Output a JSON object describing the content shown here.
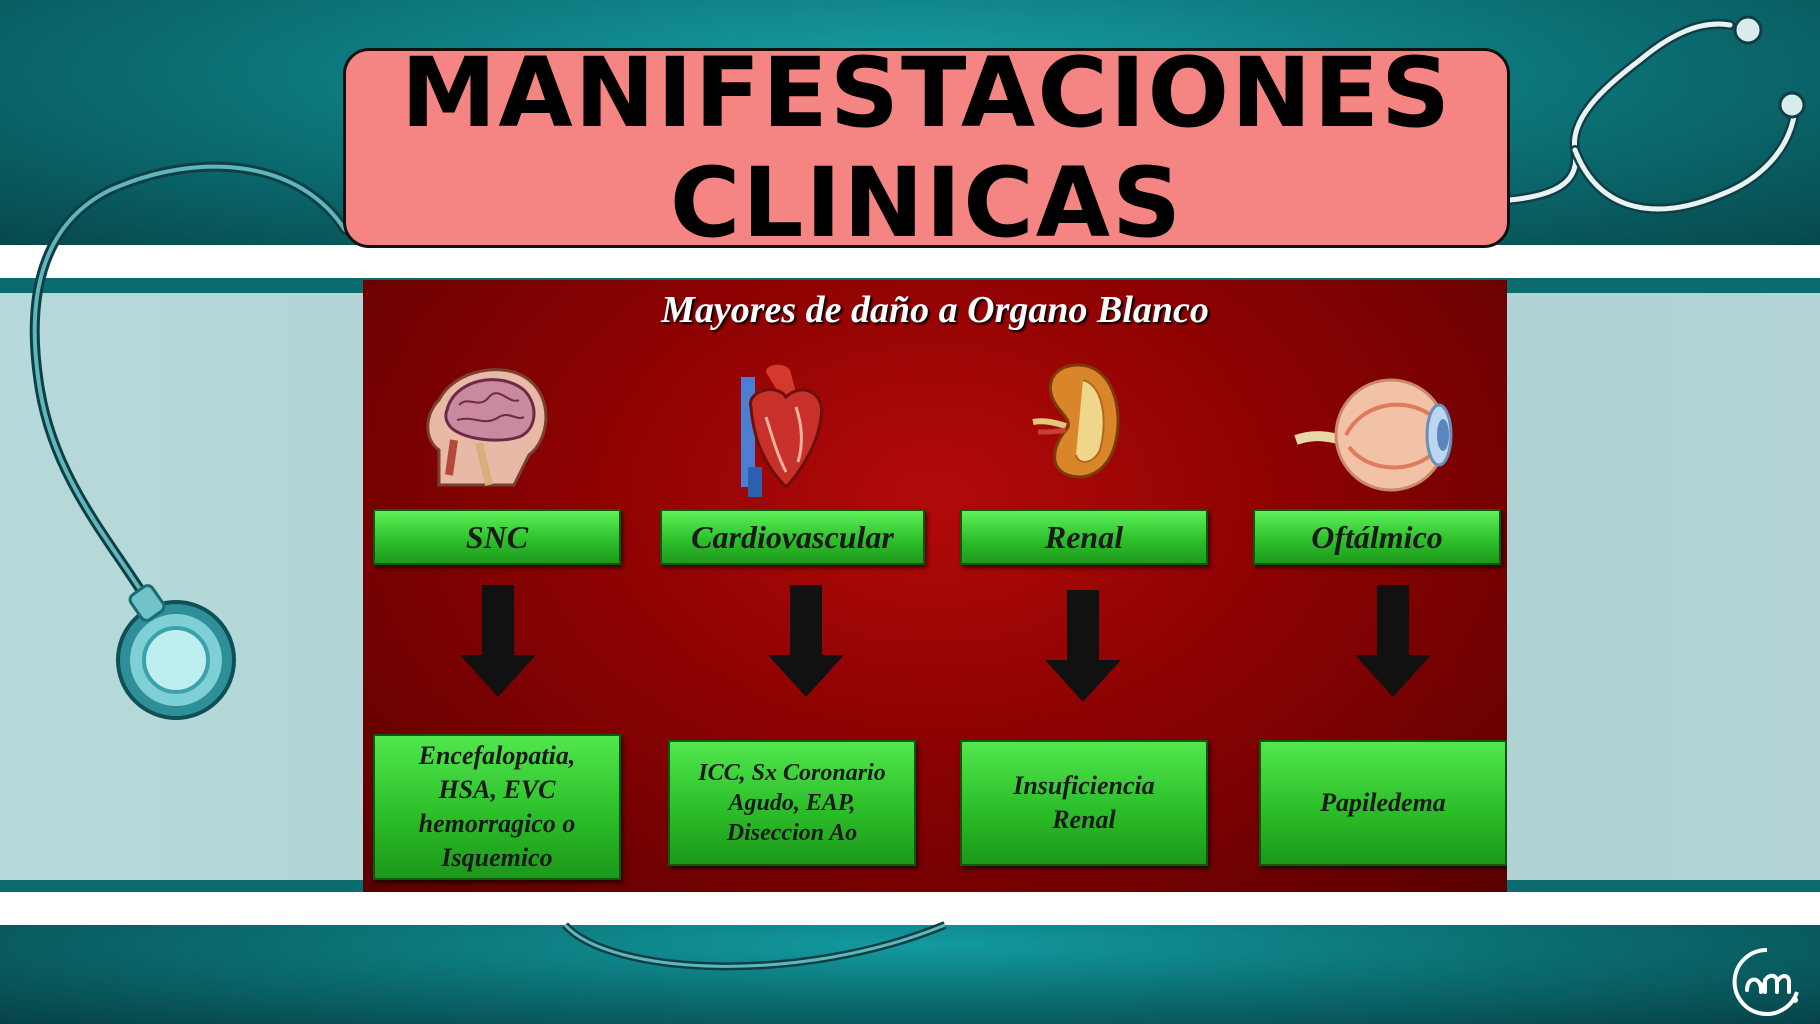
{
  "title": {
    "line1": "MANIFESTACIONES",
    "line2": "CLINICAS"
  },
  "slide": {
    "heading": "Mayores de daño a Organo Blanco",
    "columns": [
      {
        "icon": "brain-head-icon",
        "category": "SNC",
        "result": "Encefalopatia,\nHSA, EVC\nhemorragico o\nIsquemico"
      },
      {
        "icon": "heart-icon",
        "category": "Cardiovascular",
        "result": "ICC, Sx Coronario\nAgudo, EAP,\nDiseccion Ao"
      },
      {
        "icon": "kidney-icon",
        "category": "Renal",
        "result": "Insuficiencia\nRenal"
      },
      {
        "icon": "eye-icon",
        "category": "Oftálmico",
        "result": "Papiledema"
      }
    ]
  },
  "decor": {
    "left_icon": "stethoscope-icon",
    "logo_icon": "am-logo-icon"
  },
  "colors": {
    "background_teal": "#0c7479",
    "title_box": "#f58582",
    "slide_red": "#8c0202",
    "box_green": "#2ec12b"
  }
}
